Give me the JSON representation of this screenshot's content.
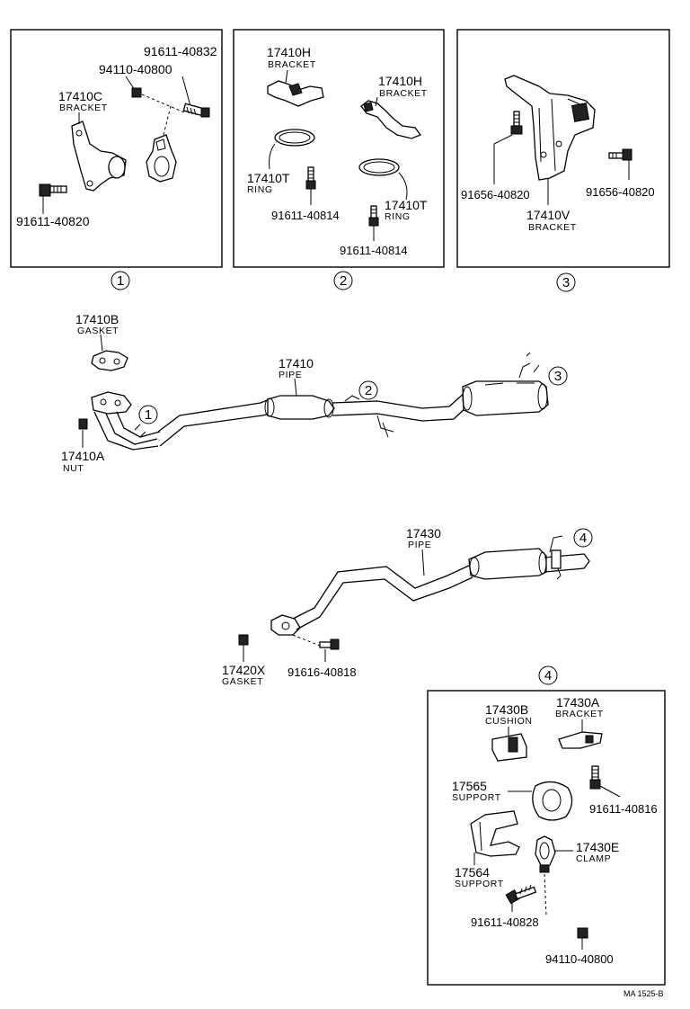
{
  "detail_1": {
    "index": "1",
    "parts": [
      {
        "number": "91611-40832",
        "desc": ""
      },
      {
        "number": "94110-40800",
        "desc": ""
      },
      {
        "number": "17410C",
        "desc": "BRACKET"
      },
      {
        "number": "91611-40820",
        "desc": ""
      }
    ]
  },
  "detail_2": {
    "index": "2",
    "parts": [
      {
        "number": "17410H",
        "desc": "BRACKET"
      },
      {
        "number": "17410H",
        "desc": "BRACKET"
      },
      {
        "number": "17410T",
        "desc": "RING"
      },
      {
        "number": "91611-40814",
        "desc": ""
      },
      {
        "number": "17410T",
        "desc": "RING"
      },
      {
        "number": "91611-40814",
        "desc": ""
      }
    ]
  },
  "detail_3": {
    "index": "3",
    "parts": [
      {
        "number": "91656-40820",
        "desc": ""
      },
      {
        "number": "91656-40820",
        "desc": ""
      },
      {
        "number": "17410V",
        "desc": "BRACKET"
      }
    ]
  },
  "front_assembly": {
    "parts": [
      {
        "number": "17410B",
        "desc": "GASKET"
      },
      {
        "number": "17410",
        "desc": "PIPE"
      },
      {
        "number": "17410A",
        "desc": "NUT"
      }
    ],
    "callouts": [
      "1",
      "2",
      "3"
    ]
  },
  "rear_assembly": {
    "parts": [
      {
        "number": "17430",
        "desc": "PIPE"
      },
      {
        "number": "17420X",
        "desc": "GASKET"
      },
      {
        "number": "91616-40818",
        "desc": ""
      }
    ],
    "callouts": [
      "4"
    ]
  },
  "detail_4": {
    "index": "4",
    "parts": [
      {
        "number": "17430B",
        "desc": "CUSHION"
      },
      {
        "number": "17430A",
        "desc": "BRACKET"
      },
      {
        "number": "17565",
        "desc": "SUPPORT"
      },
      {
        "number": "91611-40816",
        "desc": ""
      },
      {
        "number": "17564",
        "desc": "SUPPORT"
      },
      {
        "number": "17430E",
        "desc": "CLAMP"
      },
      {
        "number": "91611-40828",
        "desc": ""
      },
      {
        "number": "94110-40800",
        "desc": ""
      }
    ]
  },
  "figure_ref": "MA 1525-B"
}
